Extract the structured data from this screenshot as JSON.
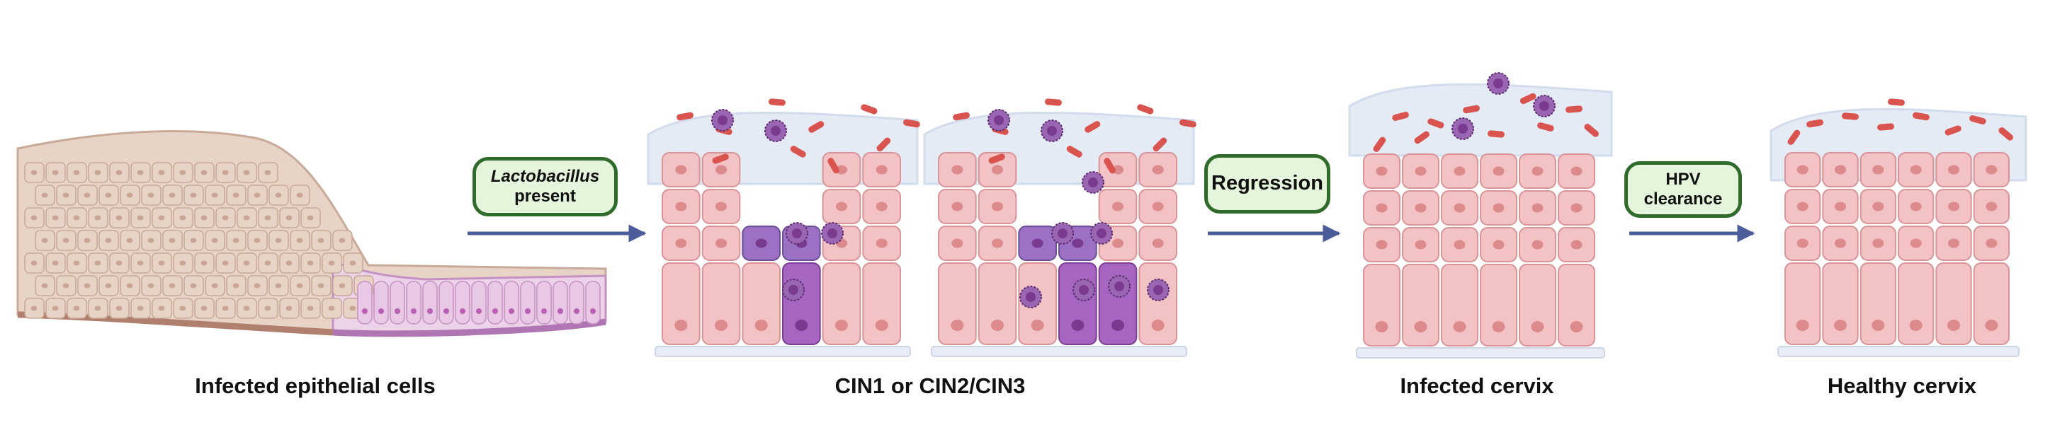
{
  "stages": [
    {
      "caption": "Infected epithelial cells"
    },
    {
      "caption": "CIN1 or CIN2/CIN3"
    },
    {
      "caption": "Infected cervix"
    },
    {
      "caption": "Healthy cervix"
    }
  ],
  "transitions": [
    {
      "line1": "Lactobacillus",
      "line2": "present"
    },
    {
      "label": "Regression"
    },
    {
      "line1": "HPV",
      "line2": "clearance"
    }
  ],
  "colors": {
    "squamous_cell": "#e8d4c6",
    "squamous_nucleus": "#c9a595",
    "basal_cell": "#f2c2c4",
    "basal_nucleus": "#dd8a8c",
    "infected_cell": "#a565c0",
    "virus": "#8a4f9c",
    "bacteria": "#d9534f",
    "mucus": "#e4ebf5",
    "arrow": "#4b5c9a",
    "callout_fill": "#e4f5dc",
    "callout_border": "#2f6b2a"
  }
}
